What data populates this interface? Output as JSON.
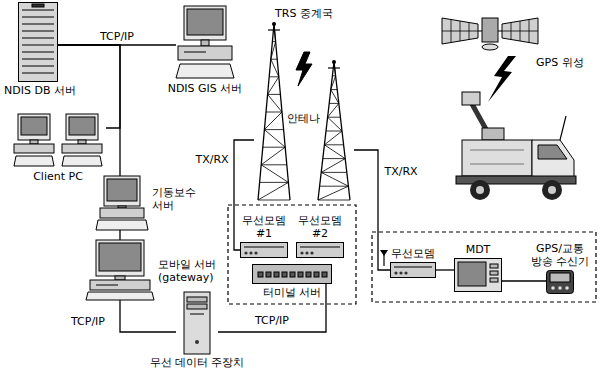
{
  "diagram": {
    "nodes": [
      {
        "text": [
          "NDIS DB 서버"
        ]
      },
      {
        "text": [
          "NDIS GIS 서버"
        ]
      },
      {
        "text": [
          "Client PC"
        ]
      },
      {
        "text": [
          "기동보수 서버"
        ]
      },
      {
        "text": [
          "모바일 서버 (gateway)"
        ]
      },
      {
        "text": [
          "무선 데이터 주장치"
        ]
      },
      {
        "text": [
          "무선모뎀 #1"
        ]
      },
      {
        "text": [
          "무선모뎀 #2"
        ]
      },
      {
        "text": [
          "터미널 서버"
        ]
      },
      {
        "text": [
          "TRS 중계국",
          "안테나"
        ]
      },
      {
        "text": [
          "무선모뎀"
        ]
      },
      {
        "text": [
          "MDT"
        ]
      },
      {
        "text": [
          "GPS/교통 방송 수신기"
        ]
      },
      {
        "text": [
          "GPS 위성"
        ]
      }
    ],
    "edges": [
      {
        "from": 0,
        "to": 1,
        "arrow": "none",
        "label": "TCP/IP"
      },
      {
        "from": 0,
        "to": 2,
        "arrow": "none"
      },
      {
        "from": 0,
        "to": 3,
        "arrow": "none"
      },
      {
        "from": 3,
        "to": 4,
        "arrow": "none"
      },
      {
        "from": 4,
        "to": 5,
        "arrow": "none",
        "label": "TCP/IP"
      },
      {
        "from": 5,
        "to": 8,
        "arrow": "none",
        "label": "TCP/IP"
      },
      {
        "from": 9,
        "to": 6,
        "arrow": "none",
        "label": "TX/RX"
      },
      {
        "from": 9,
        "to": 10,
        "arrow": "none",
        "label": "TX/RX"
      },
      {
        "from": 10,
        "to": 11,
        "arrow": "none"
      },
      {
        "from": 11,
        "to": 12,
        "arrow": "none"
      }
    ]
  }
}
